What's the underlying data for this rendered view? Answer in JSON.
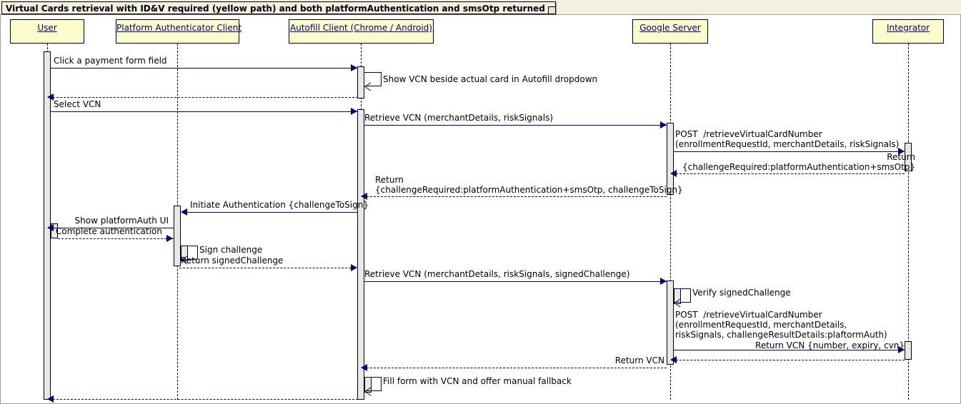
{
  "diagram": {
    "title": "Virtual Cards retrieval with ID&V required (yellow path) and both platformAuthentication and smsOtp returned",
    "type": "uml-sequence-diagram",
    "colors": {
      "participant_fill": "#fbfbcc",
      "participant_text": "#00007f",
      "arrow": "#00007f",
      "activation_fill": "#e8e8e8",
      "frame_header": "#f3f0e0"
    }
  },
  "participants": [
    {
      "id": "user",
      "label": "User"
    },
    {
      "id": "platform_authenticator",
      "label": "Platform Authenticator Client"
    },
    {
      "id": "autofill",
      "label": "Autofill Client (Chrome / Android)"
    },
    {
      "id": "google_server",
      "label": "Google Server"
    },
    {
      "id": "integrator",
      "label": "Integrator"
    }
  ],
  "messages": [
    {
      "id": "m1",
      "text": "Click a payment form field",
      "from": "user",
      "to": "autofill",
      "style": "solid"
    },
    {
      "id": "m2",
      "text": "Show VCN beside actual card in Autofill dropdown",
      "from": "autofill",
      "to": "autofill",
      "style": "self"
    },
    {
      "id": "m3",
      "text": "",
      "from": "autofill",
      "to": "user",
      "style": "dashed"
    },
    {
      "id": "m4",
      "text": "Select VCN",
      "from": "user",
      "to": "autofill",
      "style": "solid"
    },
    {
      "id": "m5",
      "text": "Retrieve VCN (merchantDetails, riskSignals)",
      "from": "autofill",
      "to": "google_server",
      "style": "solid"
    },
    {
      "id": "m6",
      "text": "POST  /retrieveVirtualCardNumber\n(enrollmentRequestId, merchantDetails, riskSignals)",
      "from": "google_server",
      "to": "integrator",
      "style": "solid"
    },
    {
      "id": "m7",
      "text": "Return\n{challengeRequired:platformAuthentication+smsOtp}",
      "from": "integrator",
      "to": "google_server",
      "style": "dashed"
    },
    {
      "id": "m8",
      "text": "Return\n{challengeRequired:platformAuthentication+smsOtp, challengeToSign}",
      "from": "google_server",
      "to": "autofill",
      "style": "dashed"
    },
    {
      "id": "m9",
      "text": "Initiate Authentication {challengeToSign}",
      "from": "autofill",
      "to": "platform_authenticator",
      "style": "solid"
    },
    {
      "id": "m10",
      "text": "Show platformAuth UI",
      "from": "platform_authenticator",
      "to": "user",
      "style": "solid"
    },
    {
      "id": "m11",
      "text": "Complete authentication",
      "from": "user",
      "to": "platform_authenticator",
      "style": "dashed"
    },
    {
      "id": "m12",
      "text": "Sign challenge",
      "from": "platform_authenticator",
      "to": "platform_authenticator",
      "style": "self"
    },
    {
      "id": "m13",
      "text": "Return signedChallenge",
      "from": "platform_authenticator",
      "to": "autofill",
      "style": "dashed"
    },
    {
      "id": "m14",
      "text": "Retrieve VCN (merchantDetails, riskSignals, signedChallenge)",
      "from": "autofill",
      "to": "google_server",
      "style": "solid"
    },
    {
      "id": "m15",
      "text": "Verify signedChallenge",
      "from": "google_server",
      "to": "google_server",
      "style": "self"
    },
    {
      "id": "m16",
      "text": "POST  /retrieveVirtualCardNumber\n(enrollmentRequestId, merchantDetails,\nriskSignals, challengeResultDetails:plaftormAuth)",
      "from": "google_server",
      "to": "integrator",
      "style": "solid"
    },
    {
      "id": "m17",
      "text": "Return VCN {number, expiry, cvn}",
      "from": "integrator",
      "to": "google_server",
      "style": "dashed"
    },
    {
      "id": "m18",
      "text": "Return VCN",
      "from": "google_server",
      "to": "autofill",
      "style": "dashed"
    },
    {
      "id": "m19",
      "text": "Fill form with VCN and offer manual fallback",
      "from": "autofill",
      "to": "autofill",
      "style": "self"
    },
    {
      "id": "m20",
      "text": "",
      "from": "autofill",
      "to": "user",
      "style": "dashed"
    }
  ]
}
